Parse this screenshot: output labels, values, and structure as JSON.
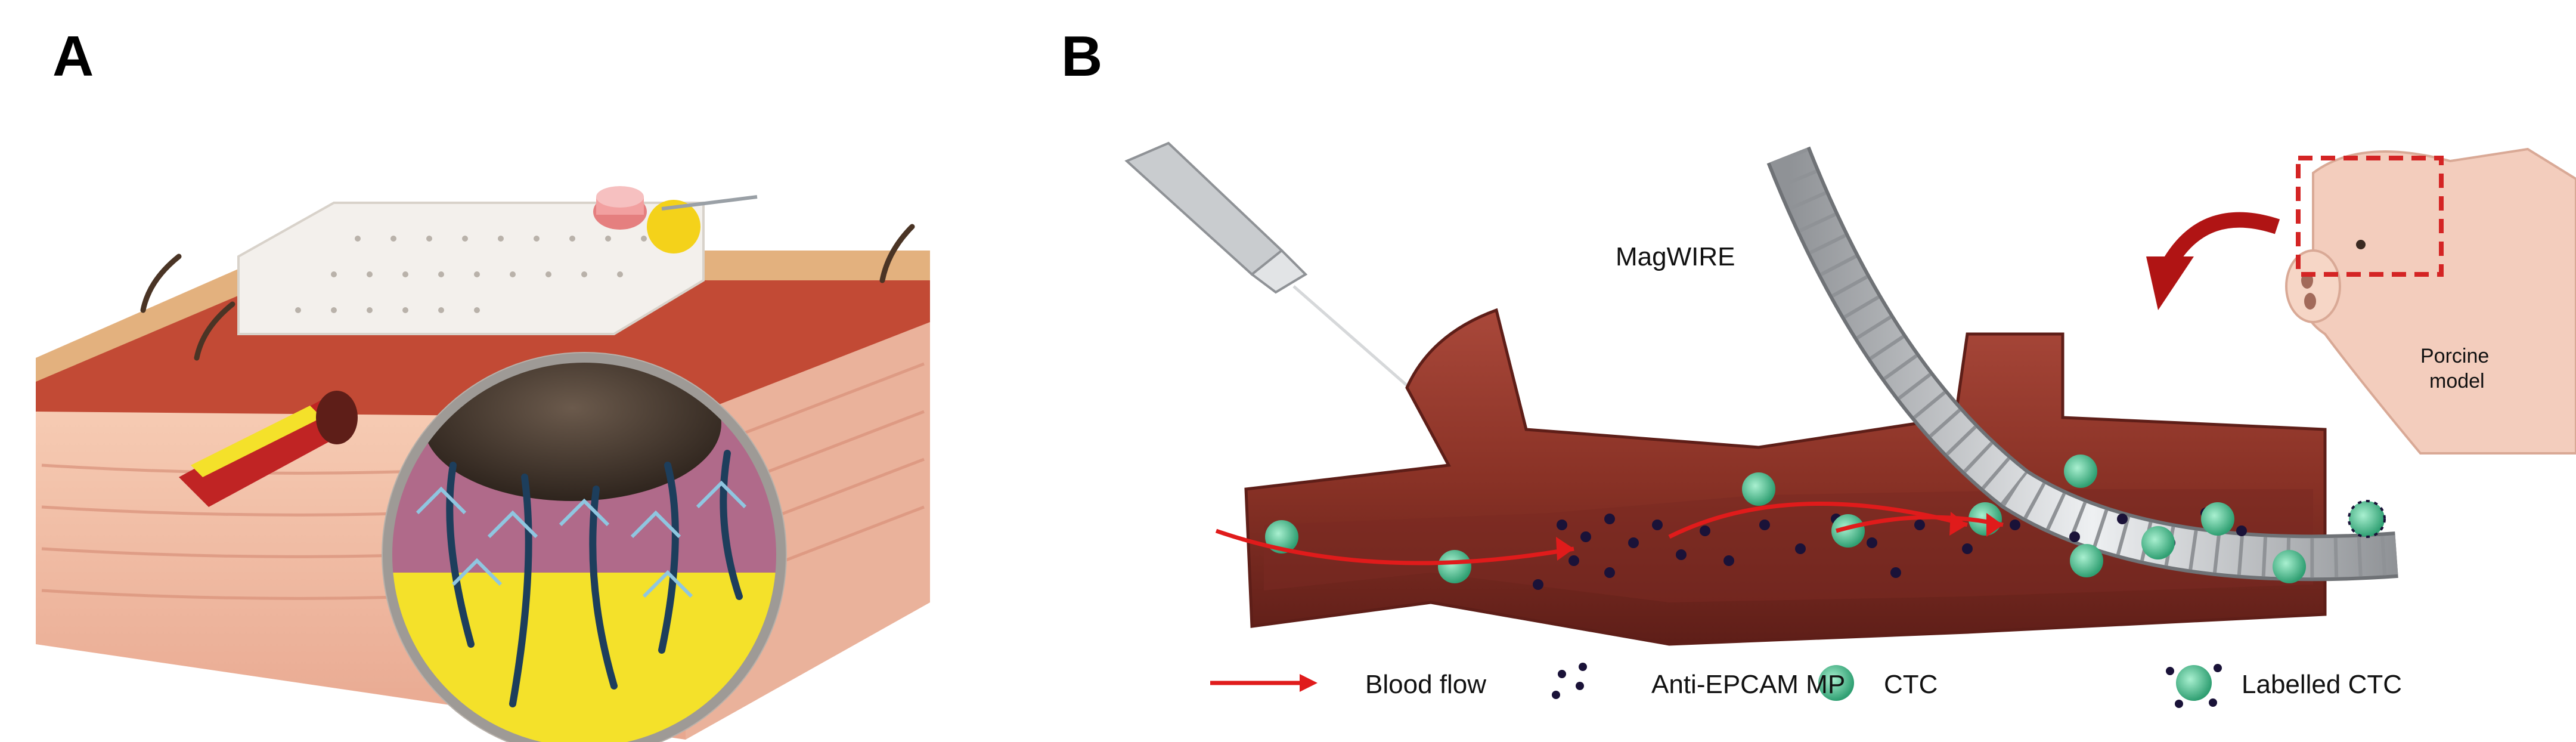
{
  "panels": {
    "a": {
      "letter": "A"
    },
    "b": {
      "letter": "B",
      "device_label": "MagWIRE",
      "model_label_line1": "Porcine",
      "model_label_line2": "model",
      "legend": {
        "blood_flow": "Blood flow",
        "anti_epcam": "Anti-EPCAM MP",
        "ctc": "CTC",
        "labelled_ctc": "Labelled CTC"
      }
    }
  },
  "colors": {
    "skin_top": "#e3b17e",
    "skin_side": "#f2bfa6",
    "dermis": "#c24a35",
    "vessel": "#8e3428",
    "vessel_dark": "#5e1e18",
    "flow_arrow": "#e01b1b",
    "ctc_green": "#3fbf8f",
    "particle": "#1a1238",
    "yellow": "#f4e12a",
    "network_blue": "#3f7fb3",
    "wire_grey": "#b9bcc0"
  }
}
